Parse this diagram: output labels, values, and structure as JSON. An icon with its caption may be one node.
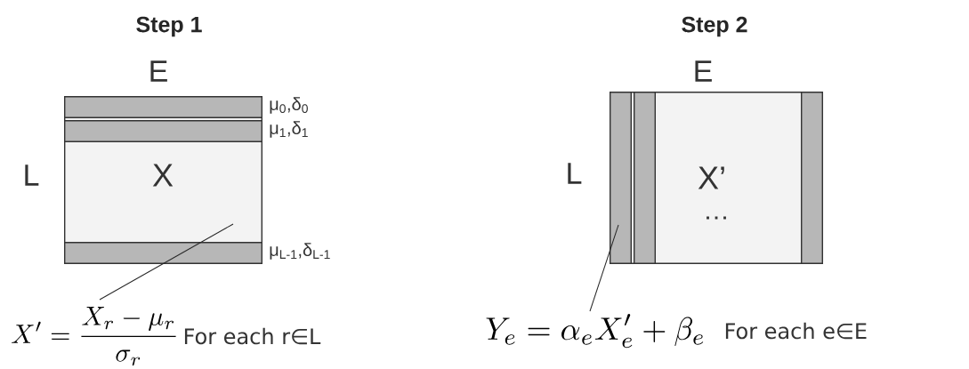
{
  "diagram": {
    "nodes": [
      {
        "text": [
          "X"
        ]
      },
      {
        "text": [],
        "shape": "bar",
        "in": 0,
        "beside": [
          "μ$_{0}$,δ$_{0}$"
        ]
      },
      {
        "text": [],
        "shape": "bar",
        "in": 0,
        "beside": [
          "μ$_{1}$,δ$_{1}$"
        ]
      },
      {
        "text": [],
        "shape": "bar",
        "in": 0,
        "beside": [
          "μ$_{L-1}$,δ$_{L-1}$"
        ]
      },
      {
        "text": [
          "X' = \\frac{X_r - \\mu_r}{\\sigma_r}",
          "For each r∈L"
        ]
      },
      {
        "text": [
          "X’",
          "…"
        ]
      },
      {
        "text": [],
        "shape": "bar",
        "in": 5
      },
      {
        "text": [],
        "shape": "bar",
        "in": 5
      },
      {
        "text": [],
        "shape": "bar",
        "in": 5
      },
      {
        "text": [
          "Y_e = \\alpha_e X'_e + \\beta_e",
          "For each e∈E"
        ]
      }
    ],
    "edges": [
      {
        "from": 4,
        "to": 0,
        "arrow": "none"
      },
      {
        "from": 9,
        "to": 6,
        "arrow": "none"
      }
    ],
    "labels": [
      "Step 1",
      "E",
      "L",
      "Step 2",
      "E",
      "L"
    ]
  }
}
